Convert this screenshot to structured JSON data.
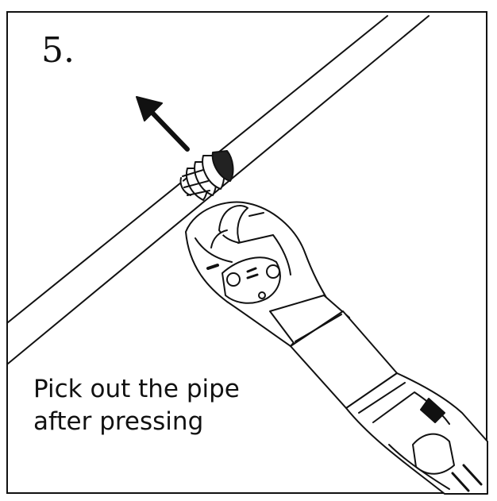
{
  "step_number": "5.",
  "caption": {
    "line1": "Pick out the pipe",
    "line2": "after pressing"
  },
  "icons": {
    "direction": "arrow-up-left-icon",
    "tool": "press-tool-icon",
    "pipe": "pipe-icon",
    "fitting": "fitting-icon"
  },
  "colors": {
    "ink": "#111111",
    "background": "#ffffff"
  }
}
